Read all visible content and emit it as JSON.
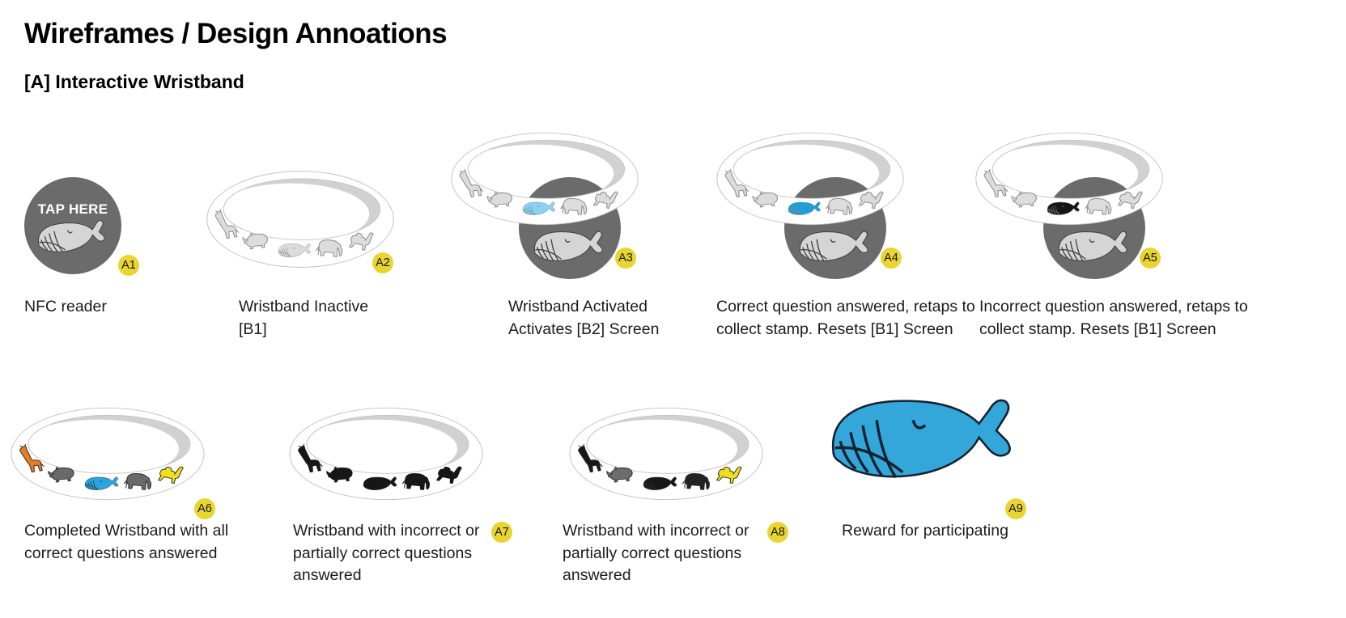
{
  "page": {
    "title": "Wireframes / Design Annoations",
    "subtitle": "[A] Interactive Wristband"
  },
  "colors": {
    "badge_bg": "#e8d532",
    "nfc_circle": "#6b6b6b",
    "nfc_whale": "#d5d5d5",
    "nfc_whale_line": "#3f3f3f",
    "band_line": "#c2c2c2",
    "band_shadow": "#c9c9c9"
  },
  "items": [
    {
      "id": "A1",
      "type": "nfc-reader",
      "badge": "A1",
      "tap_label": "TAP HERE",
      "caption_lines": [
        "NFC reader"
      ]
    },
    {
      "id": "A2",
      "type": "wristband",
      "badge": "A2",
      "caption_lines": [
        "Wristband Inactive",
        "[B1]"
      ],
      "stamps": {
        "giraffe": "#dcdcdc",
        "rhino": "#dcdcdc",
        "whale": "#dcdcdc",
        "elephant": "#dcdcdc",
        "camel": "#dcdcdc",
        "outline": "#8a8a8a"
      }
    },
    {
      "id": "A3",
      "type": "wristband-on-reader",
      "badge": "A3",
      "caption_lines": [
        "Wristband Activated",
        "Activates [B2] Screen"
      ],
      "stamps": {
        "giraffe": "#dcdcdc",
        "rhino": "#dcdcdc",
        "whale": "#88d3f4",
        "elephant": "#dcdcdc",
        "camel": "#dcdcdc",
        "outline": "#848484"
      }
    },
    {
      "id": "A4",
      "type": "wristband-on-reader",
      "badge": "A4",
      "caption_lines": [
        "Correct question answered, retaps to",
        "collect stamp. Resets [B1] Screen"
      ],
      "stamps": {
        "giraffe": "#dcdcdc",
        "rhino": "#dcdcdc",
        "whale": "#1f9ed8",
        "elephant": "#dcdcdc",
        "camel": "#dcdcdc",
        "outline": "#848484"
      }
    },
    {
      "id": "A5",
      "type": "wristband-on-reader",
      "badge": "A5",
      "caption_lines": [
        "Incorrect question answered, retaps to",
        "collect stamp. Resets [B1] Screen"
      ],
      "stamps": {
        "giraffe": "#dcdcdc",
        "rhino": "#dcdcdc",
        "whale": "#161616",
        "elephant": "#dcdcdc",
        "camel": "#dcdcdc",
        "outline": "#848484"
      }
    },
    {
      "id": "A6",
      "type": "wristband",
      "badge": "A6",
      "caption_lines": [
        "Completed Wristband with all",
        "correct questions answered"
      ],
      "stamps": {
        "giraffe": "#e87c22",
        "rhino": "#696969",
        "whale": "#2aa4dc",
        "elephant": "#696969",
        "camel": "#f2df1b",
        "outline": "#2b2b2b"
      }
    },
    {
      "id": "A7",
      "type": "wristband",
      "badge": "A7",
      "caption_lines": [
        "Wristband with incorrect or",
        "partially correct questions",
        "answered"
      ],
      "stamps": {
        "giraffe": "#171717",
        "rhino": "#171717",
        "whale": "#171717",
        "elephant": "#171717",
        "camel": "#171717",
        "outline": "#171717"
      }
    },
    {
      "id": "A8",
      "type": "wristband",
      "badge": "A8",
      "caption_lines": [
        "Wristband with incorrect or",
        "partially correct questions",
        "answered"
      ],
      "stamps": {
        "giraffe": "#171717",
        "rhino": "#6d6d6d",
        "whale": "#171717",
        "elephant": "#222222",
        "camel": "#f2df1b",
        "outline": "#2b2b2b"
      }
    },
    {
      "id": "A9",
      "type": "reward-whale",
      "badge": "A9",
      "caption_lines": [
        "Reward for participating"
      ],
      "stamps": {
        "whale": "#33a7da",
        "outline": "#15222e"
      }
    }
  ]
}
